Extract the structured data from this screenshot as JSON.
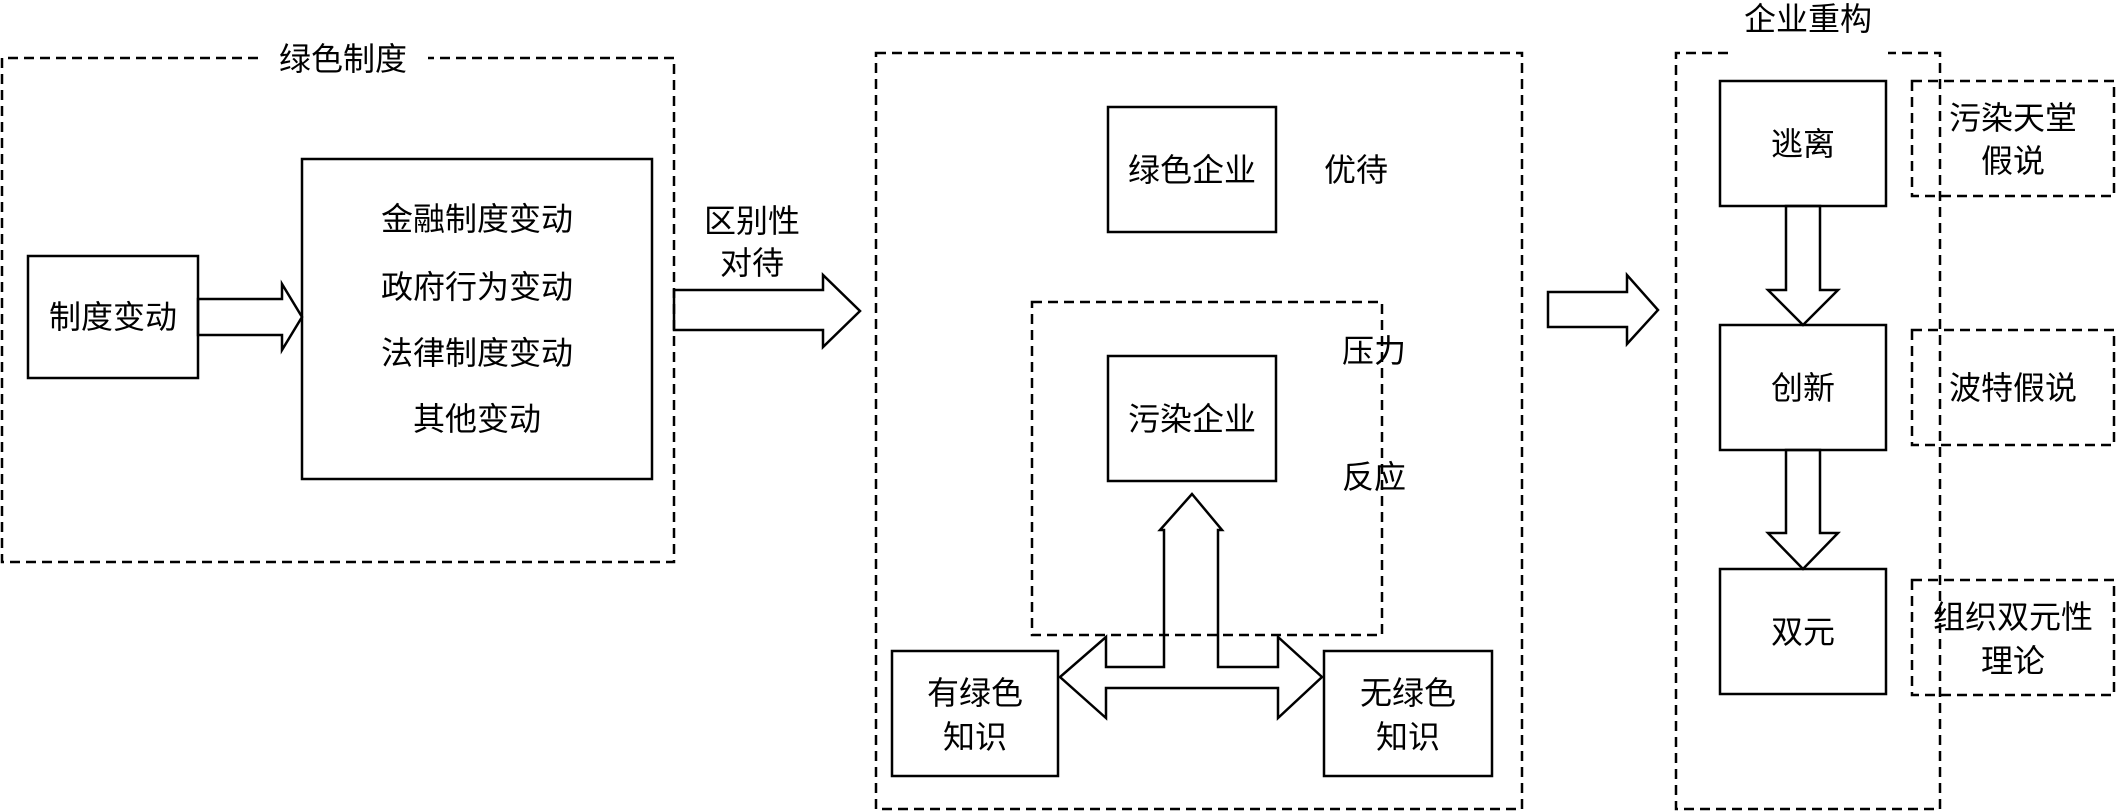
{
  "group_green_institution": {
    "title": "绿色制度"
  },
  "box_institution_change": {
    "label": "制度变动"
  },
  "box_changes": {
    "lines": [
      "金融制度变动",
      "政府行为变动",
      "法律制度变动",
      "其他变动"
    ]
  },
  "label_differential": {
    "lines": [
      "区别性",
      "对待"
    ]
  },
  "box_green_enterprise": {
    "label": "绿色企业"
  },
  "label_favorable": "优待",
  "box_polluting_enterprise": {
    "label": "污染企业"
  },
  "label_pressure": "压力",
  "label_reaction": "反应",
  "box_with_green_knowledge": {
    "lines": [
      "有绿色",
      "知识"
    ]
  },
  "box_without_green_knowledge": {
    "lines": [
      "无绿色",
      "知识"
    ]
  },
  "group_restructuring": {
    "title": "企业重构"
  },
  "box_escape": {
    "label": "逃离"
  },
  "box_innovation": {
    "label": "创新"
  },
  "box_duality": {
    "label": "双元"
  },
  "box_pollution_haven": {
    "lines": [
      "污染天堂",
      "假说"
    ]
  },
  "box_porter": {
    "label": "波特假说"
  },
  "box_ambidexterity": {
    "lines": [
      "组织双元性",
      "理论"
    ]
  }
}
